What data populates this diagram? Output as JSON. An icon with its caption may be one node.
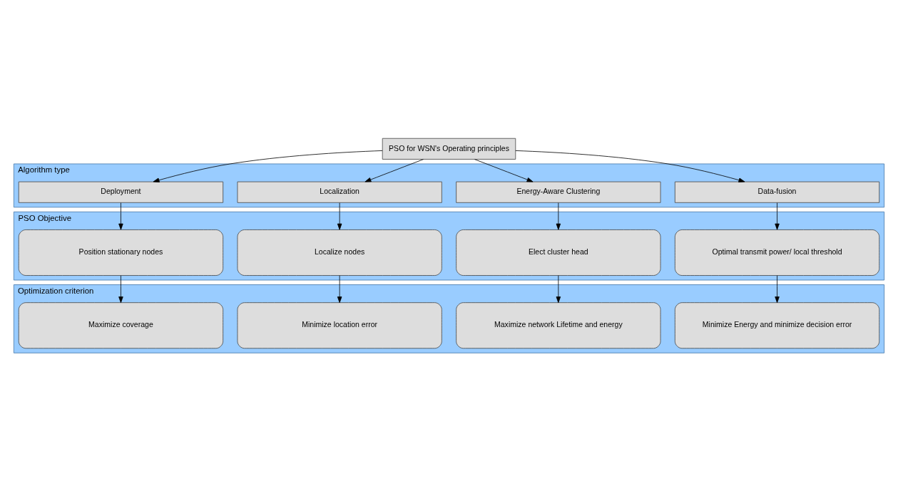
{
  "diagram": {
    "nodes": [
      {
        "text": [
          "PSO for WSN's Operating principles"
        ]
      },
      {
        "text": [
          "Algorithm type"
        ]
      },
      {
        "text": [
          "Deployment"
        ],
        "in": 1
      },
      {
        "text": [
          "Localization"
        ],
        "in": 1
      },
      {
        "text": [
          "Energy-Aware Clustering"
        ],
        "in": 1
      },
      {
        "text": [
          "Data-fusion"
        ],
        "in": 1
      },
      {
        "text": [
          "PSO Objective"
        ]
      },
      {
        "text": [
          "Position stationary nodes"
        ],
        "in": 6
      },
      {
        "text": [
          "Localize nodes"
        ],
        "in": 6
      },
      {
        "text": [
          "Elect cluster head"
        ],
        "in": 6
      },
      {
        "text": [
          "Optimal transmit power/ local threshold"
        ],
        "in": 6
      },
      {
        "text": [
          "Optimization criterion"
        ]
      },
      {
        "text": [
          "Maximize coverage"
        ],
        "in": 11
      },
      {
        "text": [
          "Minimize location error"
        ],
        "in": 11
      },
      {
        "text": [
          "Maximize network Lifetime and energy"
        ],
        "in": 11
      },
      {
        "text": [
          "Minimize Energy and minimize decision error"
        ],
        "in": 11
      }
    ],
    "edges": [
      {
        "from": 0,
        "to": 2,
        "arrow": "to"
      },
      {
        "from": 0,
        "to": 3,
        "arrow": "to"
      },
      {
        "from": 0,
        "to": 4,
        "arrow": "to"
      },
      {
        "from": 0,
        "to": 5,
        "arrow": "to"
      },
      {
        "from": 2,
        "to": 7,
        "arrow": "to"
      },
      {
        "from": 3,
        "to": 8,
        "arrow": "to"
      },
      {
        "from": 4,
        "to": 9,
        "arrow": "to"
      },
      {
        "from": 5,
        "to": 10,
        "arrow": "to"
      },
      {
        "from": 7,
        "to": 12,
        "arrow": "to"
      },
      {
        "from": 8,
        "to": 13,
        "arrow": "to"
      },
      {
        "from": 9,
        "to": 14,
        "arrow": "to"
      },
      {
        "from": 10,
        "to": 15,
        "arrow": "to"
      }
    ]
  }
}
